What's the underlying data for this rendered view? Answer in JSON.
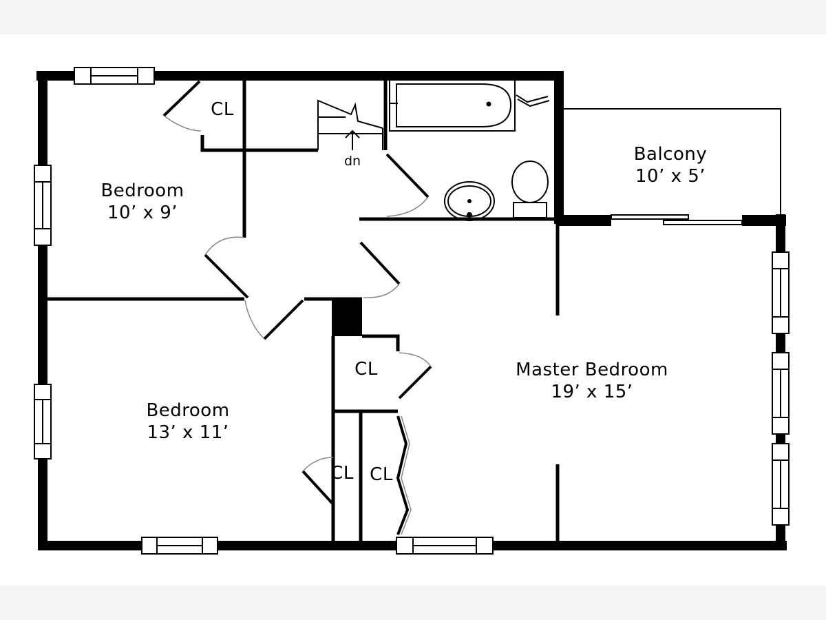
{
  "rooms": {
    "bedroom_1": {
      "name": "Bedroom",
      "size": "10’ x 9’"
    },
    "bedroom_2": {
      "name": "Bedroom",
      "size": "13’ x 11’"
    },
    "master": {
      "name": "Master Bedroom",
      "size": "19’ x 15’"
    },
    "balcony": {
      "name": "Balcony",
      "size": "10’ x 5’"
    }
  },
  "closets": {
    "top": "CL",
    "middle": "CL",
    "lower_left": "CL",
    "lower_right": "CL"
  },
  "stairs": {
    "label": "dn"
  },
  "colors": {
    "wall": "#000000",
    "background": "#ffffff",
    "margin": "#f4f4f4",
    "door_swing": "#888888"
  }
}
